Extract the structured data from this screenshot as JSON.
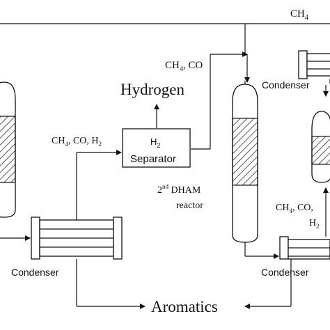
{
  "labels": {
    "ch4_top": "CH",
    "ch4_top_sub": "4",
    "ch4_co_mid": "CH",
    "ch4_co_mid_sub": "4",
    "ch4_co_mid_rest": ", CO",
    "hydrogen": "Hydrogen",
    "ch4_co_h2_left": "CH",
    "ch4_co_h2_left_sub": "4",
    "ch4_co_h2_left_mid": ", CO, H",
    "ch4_co_h2_left_sub2": "2",
    "separator_h": "H",
    "separator_h_sub": "2",
    "separator_word": "Separator",
    "dham_num": "2",
    "dham_sup": "nd",
    "dham_rest": " DHAM",
    "dham_reactor": "reactor",
    "condenser_top_right": "Condenser",
    "condenser_left": "Condenser",
    "condenser_right": "Condenser",
    "aromatics": "Aromatics",
    "right_ch4_co": "CH",
    "right_ch4_co_sub": "4",
    "right_ch4_co_rest": ", CO,",
    "right_h": "H",
    "right_h_sub": "2"
  }
}
